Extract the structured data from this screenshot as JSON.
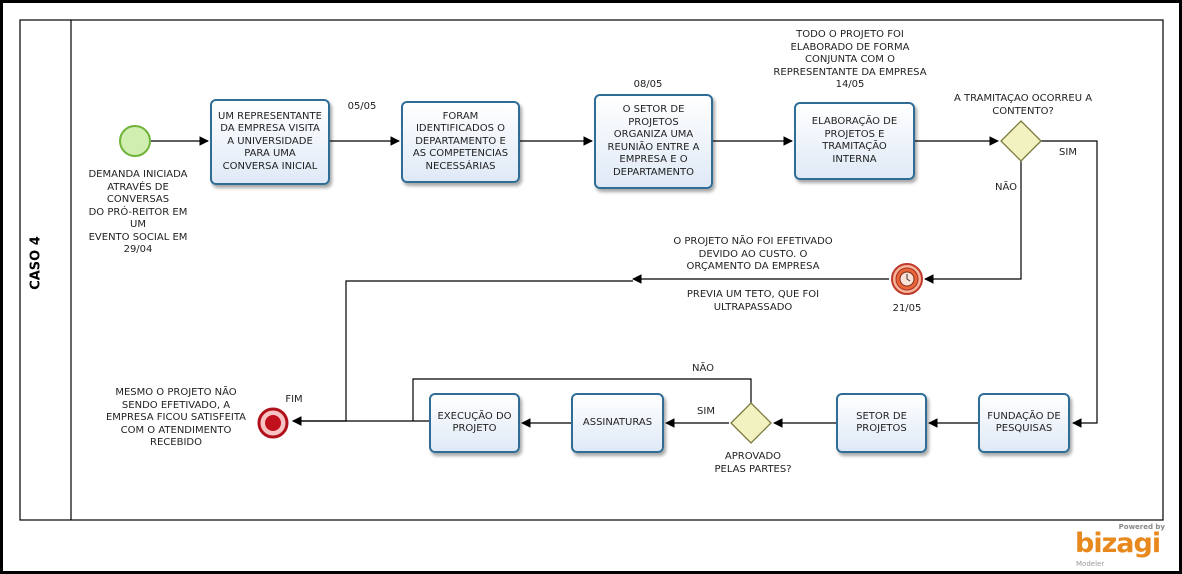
{
  "pool": {
    "label": "CASO 4"
  },
  "nodes": {
    "start_label": "DEMANDA INICIADA\nATRAVÉS DE CONVERSAS\nDO PRÓ-REITOR EM UM\nEVENTO SOCIAL  EM\n29/04",
    "task1": "UM REPRESENTANTE\nDA EMPRESA VISITA\nA UNIVERSIDADE\nPARA UMA\nCONVERSA INICIAL",
    "date1": "05/05",
    "task2": "FORAM\nIDENTIFICADOS O\nDEPARTAMENTO E\nAS COMPETENCIAS\nNECESSÁRIAS",
    "date2": "08/05",
    "task3": "O SETOR DE\nPROJETOS\nORGANIZA UMA\nREUNIÃO ENTRE A\nEMPRESA E O\nDEPARTAMENTO",
    "annotation4": "TODO O PROJETO FOI\nELABORADO DE FORMA\nCONJUNTA COM O\nREPRESENTANTE DA EMPRESA\n14/05",
    "task4": "ELABORAÇÃO DE\nPROJETOS E\nTRAMITAÇÃO\nINTERNA",
    "gateway1_label": "A TRAMITAÇAO OCORREU A\nCONTENTO?",
    "gateway1_yes": "SIM",
    "gateway1_no": "NÃO",
    "timer_label": "21/05",
    "cancel_text_top": "O PROJETO NÃO FOI EFETIVADO\nDEVIDO AO CUSTO. O\nORÇAMENTO DA EMPRESA",
    "cancel_text_bottom": "PREVIA UM TETO, QUE FOI\nULTRAPASSADO",
    "task5": "FUNDAÇÃO DE\nPESQUISAS",
    "task6": "SETOR DE\nPROJETOS",
    "gateway2_label": "APROVADO\nPELAS PARTES?",
    "gateway2_yes": "SIM",
    "gateway2_no": "NÃO",
    "task7": "ASSINATURAS",
    "task8": "EXECUÇÃO DO\nPROJETO",
    "end_label": "FIM",
    "end_note": "MESMO O PROJETO NÃO\nSENDO EFETIVADO, A\nEMPRESA FICOU SATISFEITA\nCOM O ATENDIMENTO\nRECEBIDO"
  },
  "branding": {
    "powered_by": "Powered by",
    "name": "bizagi",
    "product": "Modeler"
  },
  "colors": {
    "task_border": "#2f6d96",
    "start": "#8ed44a",
    "end": "#c0101c",
    "gateway": "#e8e99a",
    "timer": "#d84a2a",
    "accent": "#e8891d"
  }
}
